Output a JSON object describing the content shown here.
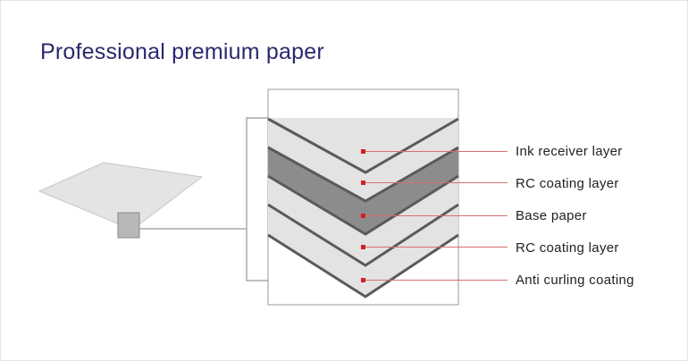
{
  "title": "Professional premium paper",
  "layers": [
    {
      "label": "Ink receiver layer"
    },
    {
      "label": "RC coating layer"
    },
    {
      "label": "Base paper"
    },
    {
      "label": "RC coating layer"
    },
    {
      "label": "Anti curling coating"
    }
  ],
  "colors": {
    "title": "#2b2a6e",
    "marker": "#d42020",
    "leader": "#d47070",
    "layer_light": "#e3e3e3",
    "layer_dark": "#8c8c8c",
    "layer_edge": "#5a5a5a"
  }
}
